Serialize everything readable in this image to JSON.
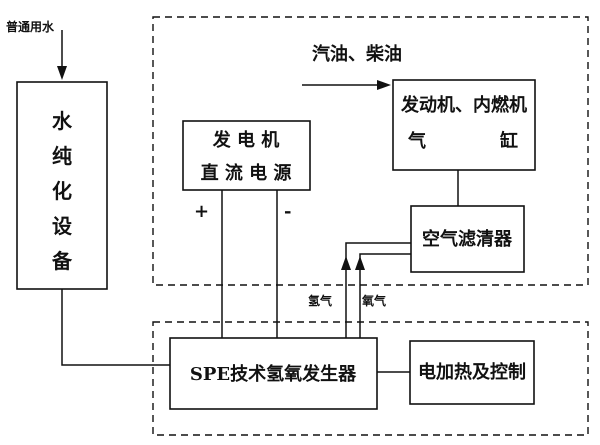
{
  "inputs": {
    "water": "普通用水",
    "fuel": "汽油、柴油"
  },
  "boxes": {
    "purifier": [
      "水",
      "纯",
      "化",
      "设",
      "备"
    ],
    "generator": {
      "line1": "发 电 机",
      "line2": "直 流 电 源"
    },
    "engine": {
      "line1": "发动机、内燃机",
      "line2a": "气",
      "line2b": "缸"
    },
    "air_filter": "空气滤清器",
    "spe": "SPE技术氢氧发生器",
    "heater": "电加热及控制"
  },
  "terminals": {
    "plus": "+",
    "minus": "-"
  },
  "gas_labels": {
    "hydrogen": "氢气",
    "oxygen": "氧气"
  }
}
